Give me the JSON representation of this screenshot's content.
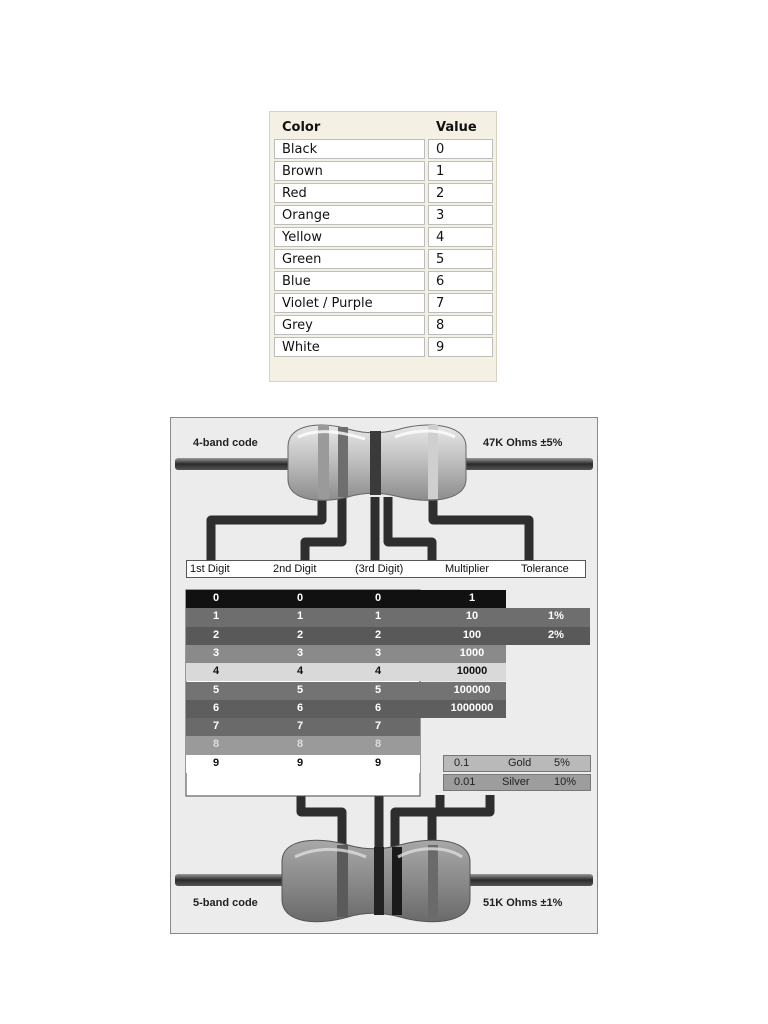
{
  "table": {
    "headers": [
      "Color",
      "Value"
    ],
    "rows": [
      [
        "Black",
        "0"
      ],
      [
        "Brown",
        "1"
      ],
      [
        "Red",
        "2"
      ],
      [
        "Orange",
        "3"
      ],
      [
        "Yellow",
        "4"
      ],
      [
        "Green",
        "5"
      ],
      [
        "Blue",
        "6"
      ],
      [
        "Violet / Purple",
        "7"
      ],
      [
        "Grey",
        "8"
      ],
      [
        "White",
        "9"
      ]
    ]
  },
  "diagram": {
    "label_4band": "4-band code",
    "value_4band": "47K Ohms ±5%",
    "label_5band": "5-band code",
    "value_5band": "51K Ohms ±1%",
    "columns": [
      "1st Digit",
      "2nd Digit",
      "(3rd Digit)",
      "Multiplier",
      "Tolerance"
    ],
    "digit_rows": [
      {
        "d1": "0",
        "d2": "0",
        "d3": "0",
        "mult": "1",
        "tol": "",
        "color": "#111111",
        "text": "#ffffff"
      },
      {
        "d1": "1",
        "d2": "1",
        "d3": "1",
        "mult": "10",
        "tol": "1%",
        "color": "#6e6e6e",
        "text": "#ffffff"
      },
      {
        "d1": "2",
        "d2": "2",
        "d3": "2",
        "mult": "100",
        "tol": "2%",
        "color": "#595959",
        "text": "#ffffff"
      },
      {
        "d1": "3",
        "d2": "3",
        "d3": "3",
        "mult": "1000",
        "tol": "",
        "color": "#8a8a8a",
        "text": "#ffffff"
      },
      {
        "d1": "4",
        "d2": "4",
        "d3": "4",
        "mult": "10000",
        "tol": "",
        "color": "#d9d9d9",
        "text": "#111111"
      },
      {
        "d1": "5",
        "d2": "5",
        "d3": "5",
        "mult": "100000",
        "tol": "",
        "color": "#737373",
        "text": "#ffffff"
      },
      {
        "d1": "6",
        "d2": "6",
        "d3": "6",
        "mult": "1000000",
        "tol": "",
        "color": "#5e5e5e",
        "text": "#ffffff"
      },
      {
        "d1": "7",
        "d2": "7",
        "d3": "7",
        "mult": "",
        "tol": "",
        "color": "#6a6a6a",
        "text": "#ffffff"
      },
      {
        "d1": "8",
        "d2": "8",
        "d3": "8",
        "mult": "",
        "tol": "",
        "color": "#9a9a9a",
        "text": "#dddddd"
      },
      {
        "d1": "9",
        "d2": "9",
        "d3": "9",
        "mult": "",
        "tol": "",
        "color": "#ffffff",
        "text": "#111111"
      }
    ],
    "gold": {
      "mult": "0.1",
      "name": "Gold",
      "tol": "5%"
    },
    "silver": {
      "mult": "0.01",
      "name": "Silver",
      "tol": "10%"
    }
  }
}
